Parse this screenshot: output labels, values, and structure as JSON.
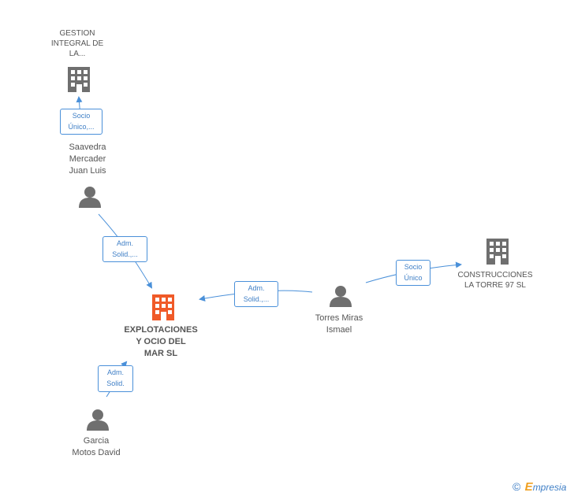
{
  "colors": {
    "edge": "#4a90d9",
    "node_gray": "#6f6f6f",
    "focus_company": "#f05a28",
    "label_text": "#555555"
  },
  "nodes": {
    "gestion": {
      "lines": [
        "GESTION",
        "INTEGRAL DE",
        "LA..."
      ],
      "icon": "building-icon"
    },
    "saavedra": {
      "lines": [
        "Saavedra",
        "Mercader",
        "Juan Luis"
      ],
      "icon": "person-icon"
    },
    "explotaciones": {
      "lines": [
        "EXPLOTACIONES",
        "Y OCIO DEL",
        "MAR SL"
      ],
      "icon": "building-icon"
    },
    "torres": {
      "lines": [
        "Torres Miras",
        "Ismael"
      ],
      "icon": "person-icon"
    },
    "construcciones": {
      "lines": [
        "CONSTRUCCIONES",
        "LA TORRE 97 SL"
      ],
      "icon": "building-icon"
    },
    "garcia": {
      "lines": [
        "Garcia",
        "Motos David"
      ],
      "icon": "person-icon"
    }
  },
  "edges": {
    "saavedra_gestion": {
      "lines": [
        "Socio",
        "Único,..."
      ]
    },
    "saavedra_explotaciones": {
      "lines": [
        "Adm.",
        "Solid.,..."
      ]
    },
    "torres_explotaciones": {
      "lines": [
        "Adm.",
        "Solid.,..."
      ]
    },
    "torres_construcciones": {
      "lines": [
        "Socio",
        "Único"
      ]
    },
    "garcia_explotaciones": {
      "lines": [
        "Adm.",
        "Solid."
      ]
    }
  },
  "brand": {
    "copyright": "©",
    "initial": "E",
    "rest": "mpresia"
  }
}
